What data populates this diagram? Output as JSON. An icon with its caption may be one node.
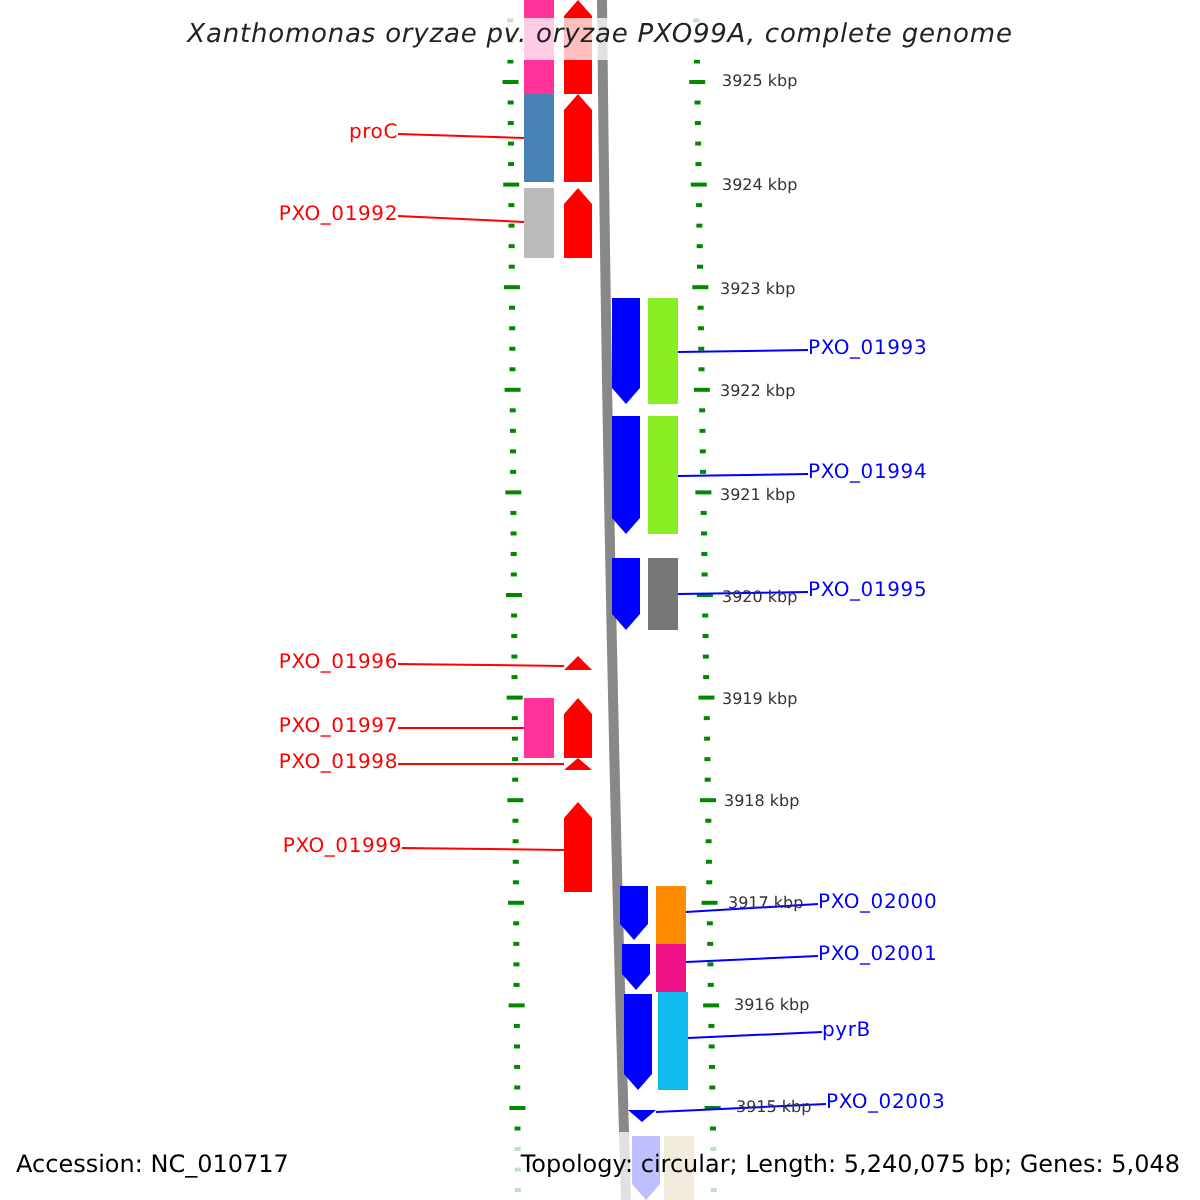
{
  "diagram": {
    "title": "Xanthomonas oryzae pv. oryzae PXO99A, complete genome",
    "nodes": [
      {
        "text": [
          "proC"
        ]
      },
      {
        "text": [
          "PXO_01992"
        ]
      },
      {
        "text": [
          "PXO_01993"
        ]
      },
      {
        "text": [
          "PXO_01994"
        ]
      },
      {
        "text": [
          "PXO_01995"
        ]
      },
      {
        "text": [
          "PXO_01996"
        ]
      },
      {
        "text": [
          "PXO_01997"
        ]
      },
      {
        "text": [
          "PXO_01998"
        ]
      },
      {
        "text": [
          "PXO_01999"
        ]
      },
      {
        "text": [
          "PXO_02000"
        ]
      },
      {
        "text": [
          "PXO_02001"
        ]
      },
      {
        "text": [
          "pyrB"
        ]
      },
      {
        "text": [
          "PXO_02003"
        ]
      },
      {
        "text": [],
        "shape": "bar"
      },
      {
        "text": [],
        "shape": "pentagon"
      },
      {
        "text": [],
        "shape": "bar"
      },
      {
        "text": [],
        "shape": "pentagon"
      },
      {
        "text": [],
        "shape": "bar"
      },
      {
        "text": [],
        "shape": "pentagon"
      },
      {
        "text": [],
        "shape": "pentagon"
      },
      {
        "text": [],
        "shape": "bar"
      },
      {
        "text": [],
        "shape": "pentagon"
      },
      {
        "text": [],
        "shape": "bar"
      },
      {
        "text": [],
        "shape": "pentagon"
      },
      {
        "text": [],
        "shape": "bar"
      },
      {
        "text": [],
        "shape": "triangle"
      },
      {
        "text": [],
        "shape": "bar"
      },
      {
        "text": [],
        "shape": "pentagon"
      },
      {
        "text": [],
        "shape": "triangle"
      },
      {
        "text": [],
        "shape": "pentagon"
      },
      {
        "text": [],
        "shape": "pentagon"
      },
      {
        "text": [],
        "shape": "bar"
      },
      {
        "text": [],
        "shape": "pentagon"
      },
      {
        "text": [],
        "shape": "bar"
      },
      {
        "text": [],
        "shape": "pentagon"
      },
      {
        "text": [],
        "shape": "bar"
      },
      {
        "text": [],
        "shape": "triangle"
      },
      {
        "text": [],
        "shape": "pentagon"
      },
      {
        "text": [],
        "shape": "bar"
      }
    ],
    "edges": [
      {
        "from": 0,
        "to": 15,
        "arrow": "none",
        "color": "#ff0000"
      },
      {
        "from": 1,
        "to": 17,
        "arrow": "none",
        "color": "#ff0000"
      },
      {
        "from": 2,
        "to": 20,
        "arrow": "none"
      },
      {
        "from": 3,
        "to": 22,
        "arrow": "none"
      },
      {
        "from": 4,
        "to": 24,
        "arrow": "none"
      },
      {
        "from": 5,
        "to": 25,
        "arrow": "none",
        "color": "#ff0000"
      },
      {
        "from": 6,
        "to": 26,
        "arrow": "none",
        "color": "#ff0000"
      },
      {
        "from": 7,
        "to": 28,
        "arrow": "none",
        "color": "#ff0000"
      },
      {
        "from": 8,
        "to": 29,
        "arrow": "none",
        "color": "#ff0000"
      },
      {
        "from": 9,
        "to": 31,
        "arrow": "none"
      },
      {
        "from": 10,
        "to": 33,
        "arrow": "none"
      },
      {
        "from": 11,
        "to": 35,
        "arrow": "none"
      },
      {
        "from": 12,
        "to": 36,
        "arrow": "none"
      }
    ],
    "labels": [
      "3925 kbp",
      "3924 kbp",
      "3923 kbp",
      "3922 kbp",
      "3921 kbp",
      "3920 kbp",
      "3919 kbp",
      "3918 kbp",
      "3917 kbp",
      "3916 kbp",
      "3915 kbp",
      "Accession: NC_010717",
      "Topology: circular; Length: 5,240,075 bp; Genes: 5,048"
    ]
  }
}
